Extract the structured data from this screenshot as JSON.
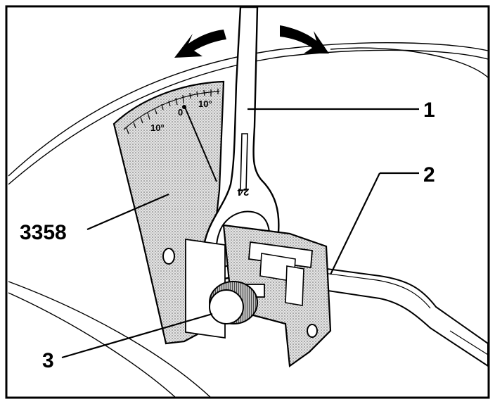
{
  "callouts": {
    "wrench": "1",
    "tool_arm": "2",
    "knurled_screw": "3",
    "gauge": "3358"
  },
  "scale": {
    "left_ten": "10°",
    "zero": "0",
    "right_ten": "10°"
  },
  "wrench_stamp": "24",
  "colors": {
    "ink": "#000000",
    "paper": "#ffffff",
    "stipple": "#c8c8c8"
  }
}
